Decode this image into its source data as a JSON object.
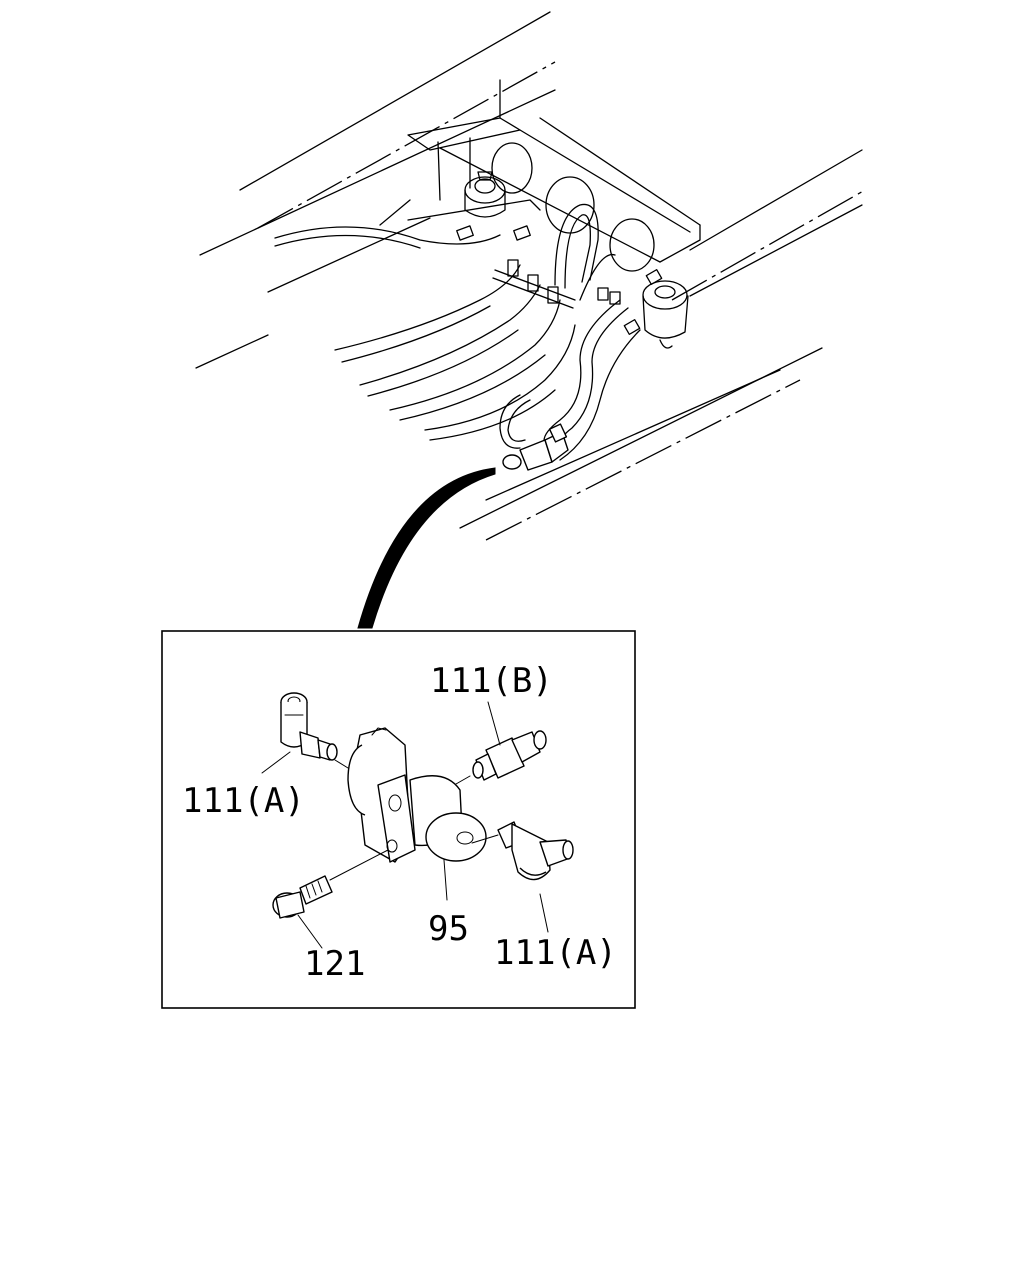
{
  "callouts": {
    "part_111b": "111(B)",
    "part_111a_left": "111(A)",
    "part_111a_right": "111(A)",
    "part_121": "121",
    "part_95": "95"
  }
}
